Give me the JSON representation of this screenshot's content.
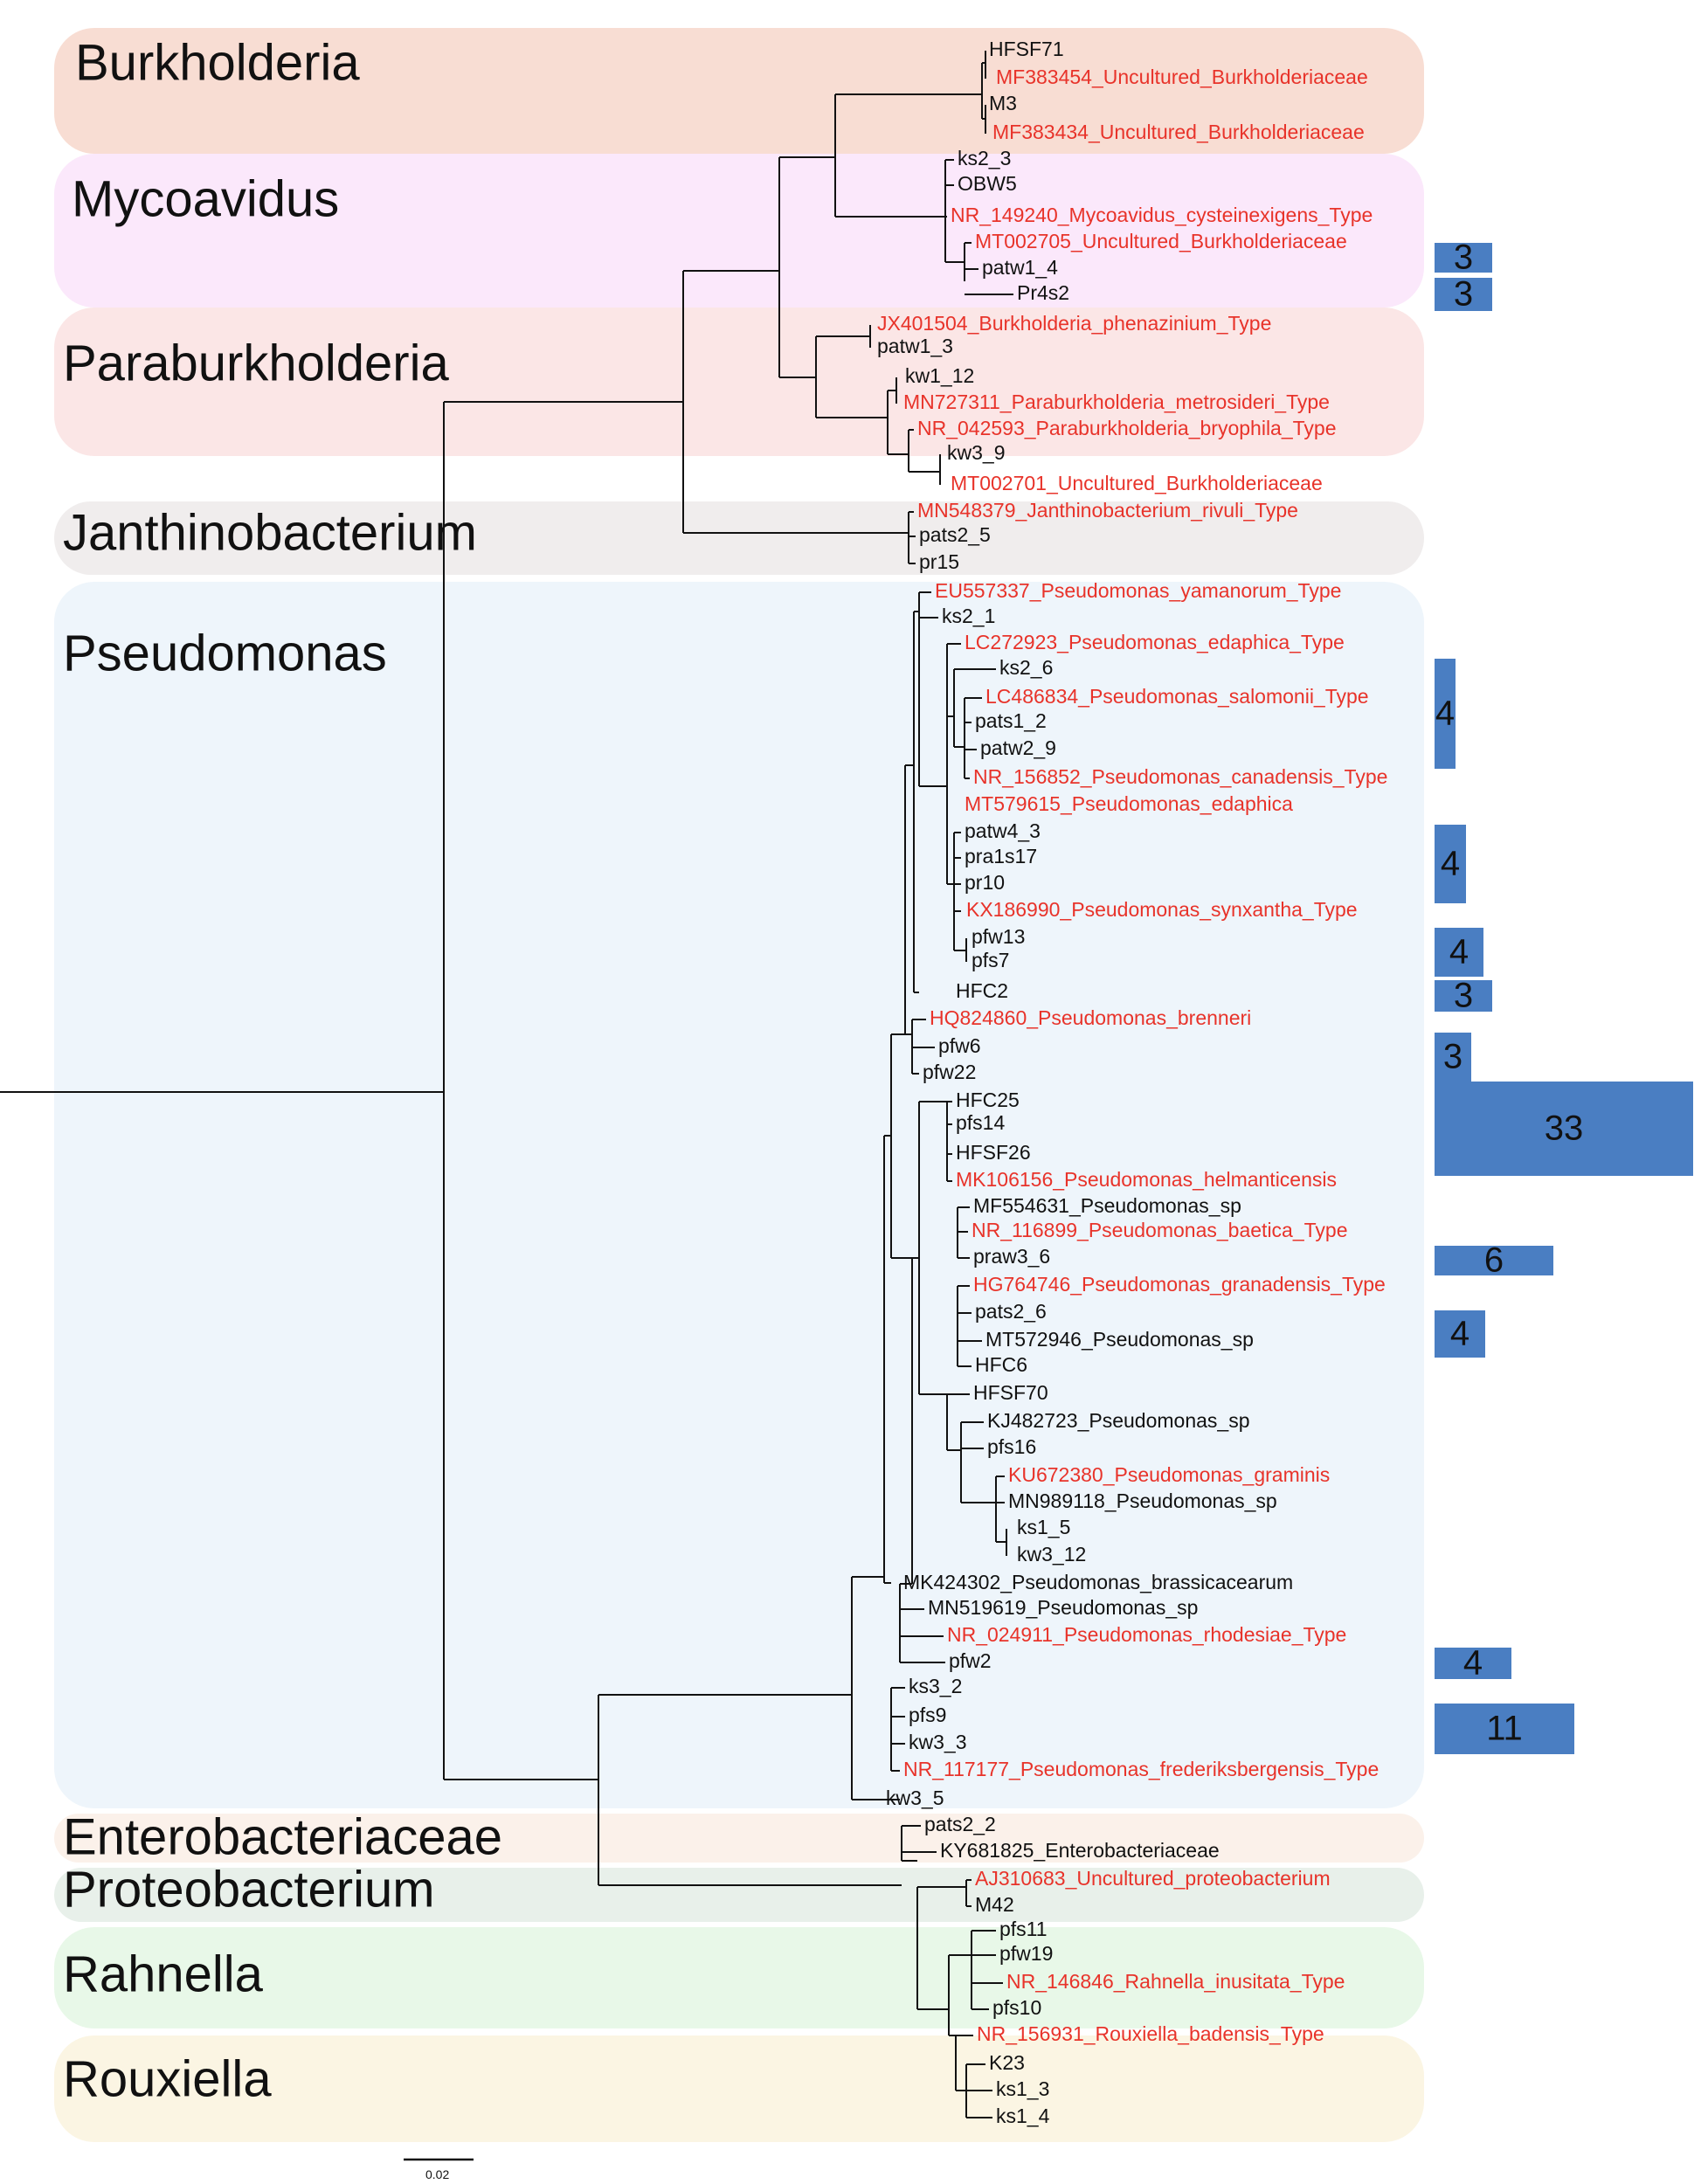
{
  "colors": {
    "type_strain": "#e8332a",
    "isolate": "#111111",
    "branch": "#111111",
    "count_bar": "#4a7ec2"
  },
  "clades": [
    {
      "name": "Burkholderia",
      "color": "#f8ddd3"
    },
    {
      "name": "Mycoavidus",
      "color": "#fbe8fb"
    },
    {
      "name": "Paraburkholderia",
      "color": "#fbe6e6"
    },
    {
      "name": "Janthinobacterium",
      "color": "#f0eded"
    },
    {
      "name": "Pseudomonas",
      "color": "#eef5fb"
    },
    {
      "name": "Enterobacteriaceae",
      "color": "#fbf1ea"
    },
    {
      "name": "Proteobacterium",
      "color": "#e8f0ea"
    },
    {
      "name": "Rahnella",
      "color": "#e8f8e8"
    },
    {
      "name": "Rouxiella",
      "color": "#fbf5e3"
    }
  ],
  "leaves": [
    {
      "label": "HFSF71",
      "type": "isolate"
    },
    {
      "label": "MF383454_Uncultured_Burkholderiaceae",
      "type": "type_strain"
    },
    {
      "label": "M3",
      "type": "isolate"
    },
    {
      "label": "MF383434_Uncultured_Burkholderiaceae",
      "type": "type_strain"
    },
    {
      "label": "ks2_3",
      "type": "isolate"
    },
    {
      "label": "OBW5",
      "type": "isolate"
    },
    {
      "label": "NR_149240_Mycoavidus_cysteinexigens_Type",
      "type": "type_strain"
    },
    {
      "label": "MT002705_Uncultured_Burkholderiaceae",
      "type": "type_strain"
    },
    {
      "label": "patw1_4",
      "type": "isolate"
    },
    {
      "label": "Pr4s2",
      "type": "isolate"
    },
    {
      "label": "JX401504_Burkholderia_phenazinium_Type",
      "type": "type_strain"
    },
    {
      "label": "patw1_3",
      "type": "isolate"
    },
    {
      "label": "kw1_12",
      "type": "isolate"
    },
    {
      "label": "MN727311_Paraburkholderia_metrosideri_Type",
      "type": "type_strain"
    },
    {
      "label": "NR_042593_Paraburkholderia_bryophila_Type",
      "type": "type_strain"
    },
    {
      "label": "kw3_9",
      "type": "isolate"
    },
    {
      "label": "MT002701_Uncultured_Burkholderiaceae",
      "type": "type_strain"
    },
    {
      "label": "MN548379_Janthinobacterium_rivuli_Type",
      "type": "type_strain"
    },
    {
      "label": "pats2_5",
      "type": "isolate"
    },
    {
      "label": "pr15",
      "type": "isolate"
    },
    {
      "label": "EU557337_Pseudomonas_yamanorum_Type",
      "type": "type_strain"
    },
    {
      "label": "ks2_1",
      "type": "isolate"
    },
    {
      "label": "LC272923_Pseudomonas_edaphica_Type",
      "type": "type_strain"
    },
    {
      "label": "ks2_6",
      "type": "isolate"
    },
    {
      "label": "LC486834_Pseudomonas_salomonii_Type",
      "type": "type_strain"
    },
    {
      "label": "pats1_2",
      "type": "isolate"
    },
    {
      "label": "patw2_9",
      "type": "isolate"
    },
    {
      "label": "NR_156852_Pseudomonas_canadensis_Type",
      "type": "type_strain"
    },
    {
      "label": "MT579615_Pseudomonas_edaphica",
      "type": "type_strain"
    },
    {
      "label": "patw4_3",
      "type": "isolate"
    },
    {
      "label": "pra1s17",
      "type": "isolate"
    },
    {
      "label": "pr10",
      "type": "isolate"
    },
    {
      "label": "KX186990_Pseudomonas_synxantha_Type",
      "type": "type_strain"
    },
    {
      "label": "pfw13",
      "type": "isolate"
    },
    {
      "label": "pfs7",
      "type": "isolate"
    },
    {
      "label": "HFC2",
      "type": "isolate"
    },
    {
      "label": "HQ824860_Pseudomonas_brenneri",
      "type": "type_strain"
    },
    {
      "label": "pfw6",
      "type": "isolate"
    },
    {
      "label": "pfw22",
      "type": "isolate"
    },
    {
      "label": "HFC25",
      "type": "isolate"
    },
    {
      "label": "pfs14",
      "type": "isolate"
    },
    {
      "label": "HFSF26",
      "type": "isolate"
    },
    {
      "label": "MK106156_Pseudomonas_helmanticensis",
      "type": "type_strain"
    },
    {
      "label": "MF554631_Pseudomonas_sp",
      "type": "isolate"
    },
    {
      "label": "NR_116899_Pseudomonas_baetica_Type",
      "type": "type_strain"
    },
    {
      "label": "praw3_6",
      "type": "isolate"
    },
    {
      "label": "HG764746_Pseudomonas_granadensis_Type",
      "type": "type_strain"
    },
    {
      "label": "pats2_6",
      "type": "isolate"
    },
    {
      "label": "MT572946_Pseudomonas_sp",
      "type": "isolate"
    },
    {
      "label": "HFC6",
      "type": "isolate"
    },
    {
      "label": "HFSF70",
      "type": "isolate"
    },
    {
      "label": "KJ482723_Pseudomonas_sp",
      "type": "isolate"
    },
    {
      "label": "pfs16",
      "type": "isolate"
    },
    {
      "label": "KU672380_Pseudomonas_graminis",
      "type": "type_strain"
    },
    {
      "label": "MN989118_Pseudomonas_sp",
      "type": "isolate"
    },
    {
      "label": "ks1_5",
      "type": "isolate"
    },
    {
      "label": "kw3_12",
      "type": "isolate"
    },
    {
      "label": "MK424302_Pseudomonas_brassicacearum",
      "type": "isolate"
    },
    {
      "label": "MN519619_Pseudomonas_sp",
      "type": "isolate"
    },
    {
      "label": "NR_024911_Pseudomonas_rhodesiae_Type",
      "type": "type_strain"
    },
    {
      "label": "pfw2",
      "type": "isolate"
    },
    {
      "label": "ks3_2",
      "type": "isolate"
    },
    {
      "label": "pfs9",
      "type": "isolate"
    },
    {
      "label": "kw3_3",
      "type": "isolate"
    },
    {
      "label": "NR_117177_Pseudomonas_frederiksbergensis_Type",
      "type": "type_strain"
    },
    {
      "label": "kw3_5",
      "type": "isolate"
    },
    {
      "label": "pats2_2",
      "type": "isolate"
    },
    {
      "label": "KY681825_Enterobacteriaceae",
      "type": "isolate"
    },
    {
      "label": "AJ310683_Uncultured_proteobacterium",
      "type": "type_strain"
    },
    {
      "label": "M42",
      "type": "isolate"
    },
    {
      "label": "pfs11",
      "type": "isolate"
    },
    {
      "label": "pfw19",
      "type": "isolate"
    },
    {
      "label": "NR_146846_Rahnella_inusitata_Type",
      "type": "type_strain"
    },
    {
      "label": "pfs10",
      "type": "isolate"
    },
    {
      "label": "NR_156931_Rouxiella_badensis_Type",
      "type": "type_strain"
    },
    {
      "label": "K23",
      "type": "isolate"
    },
    {
      "label": "ks1_3",
      "type": "isolate"
    },
    {
      "label": "ks1_4",
      "type": "isolate"
    }
  ],
  "counts": [
    {
      "value": 3,
      "bar_fraction": 0.06
    },
    {
      "value": 3,
      "bar_fraction": 0.06
    },
    {
      "value": 4,
      "bar_fraction": 0.03
    },
    {
      "value": 4,
      "bar_fraction": 0.07
    },
    {
      "value": 4,
      "bar_fraction": 0.1
    },
    {
      "value": 3,
      "bar_fraction": 0.13
    },
    {
      "value": 3,
      "bar_fraction": 0.05
    },
    {
      "value": 33,
      "bar_fraction": 1.0
    },
    {
      "value": 6,
      "bar_fraction": 0.31
    },
    {
      "value": 4,
      "bar_fraction": 0.1
    },
    {
      "value": 4,
      "bar_fraction": 0.19
    },
    {
      "value": 11,
      "bar_fraction": 0.34
    }
  ],
  "scale_bar": {
    "label": "0.02"
  }
}
